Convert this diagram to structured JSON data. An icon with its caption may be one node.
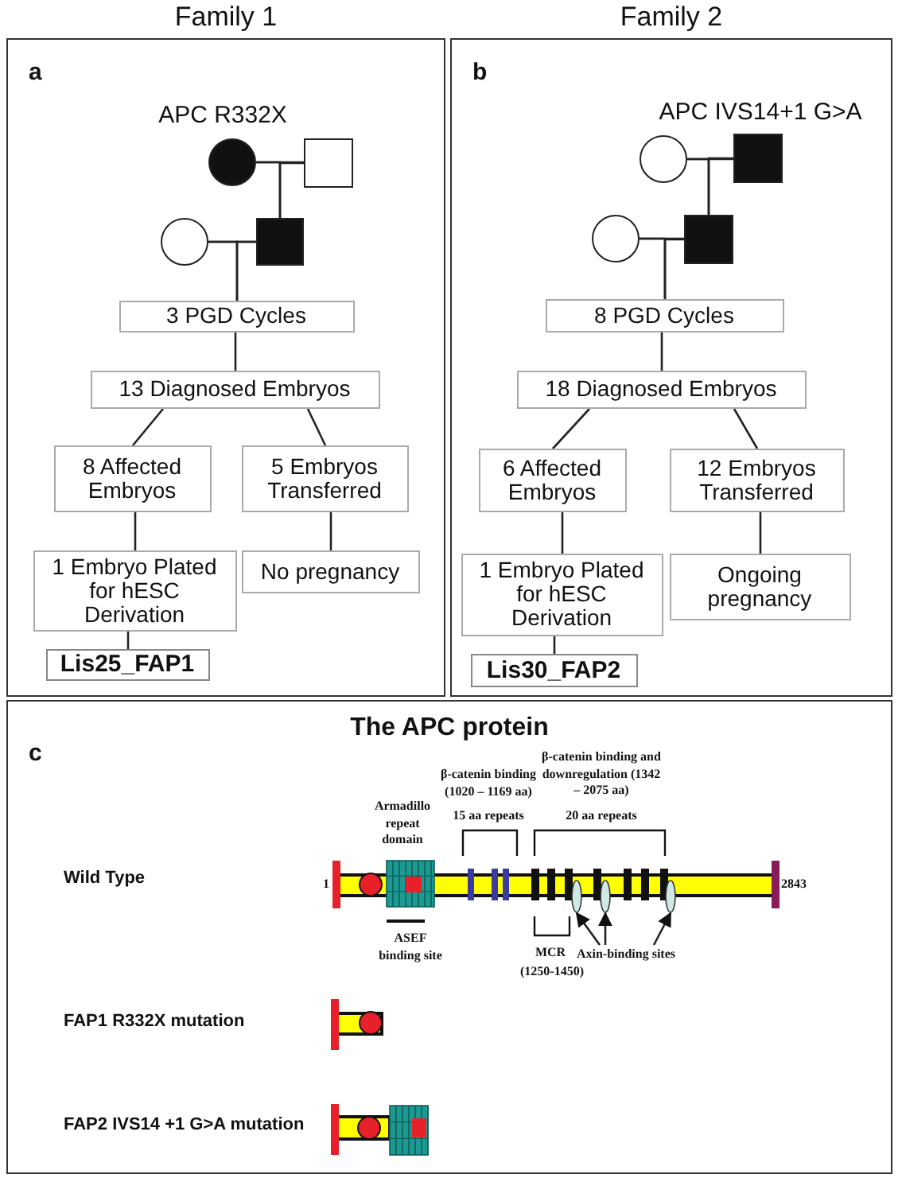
{
  "diagram": {
    "nodes": [
      {
        "text": [
          "Family 1",
          "a"
        ]
      },
      {
        "text": [
          "Family 2",
          "b"
        ]
      },
      {
        "text": [],
        "shape": "circle",
        "in": 0
      },
      {
        "text": [],
        "shape": "box",
        "in": 0
      },
      {
        "text": [],
        "shape": "circle",
        "in": 0
      },
      {
        "text": [],
        "shape": "box",
        "in": 0
      },
      {
        "text": [
          "3 PGD Cycles"
        ],
        "in": 0
      },
      {
        "text": [
          "13 Diagnosed Embryos"
        ],
        "in": 0
      },
      {
        "text": [
          "8 Affected Embryos"
        ],
        "in": 0
      },
      {
        "text": [
          "5 Embryos Transferred"
        ],
        "in": 0
      },
      {
        "text": [
          "1 Embryo Plated for hESC Derivation"
        ],
        "in": 0
      },
      {
        "text": [
          "No pregnancy"
        ],
        "in": 0
      },
      {
        "text": [
          "Lis25_FAP1"
        ],
        "in": 0
      },
      {
        "text": [],
        "shape": "circle",
        "in": 1
      },
      {
        "text": [],
        "shape": "box",
        "in": 1
      },
      {
        "text": [],
        "shape": "circle",
        "in": 1
      },
      {
        "text": [],
        "shape": "box",
        "in": 1
      },
      {
        "text": [
          "8 PGD Cycles"
        ],
        "in": 1
      },
      {
        "text": [
          "18 Diagnosed Embryos"
        ],
        "in": 1
      },
      {
        "text": [
          "6 Affected Embryos"
        ],
        "in": 1
      },
      {
        "text": [
          "12 Embryos Transferred"
        ],
        "in": 1
      },
      {
        "text": [
          "1 Embryo Plated for hESC Derivation"
        ],
        "in": 1
      },
      {
        "text": [
          "Ongoing pregnancy"
        ],
        "in": 1
      },
      {
        "text": [
          "Lis30_FAP2"
        ],
        "in": 1
      },
      {
        "text": [
          "The APC protein",
          "c"
        ]
      },
      {
        "text": [],
        "shape": "ellipse",
        "in": 24
      },
      {
        "text": [],
        "shape": "ellipse",
        "in": 24
      },
      {
        "text": [],
        "shape": "ellipse",
        "in": 24
      },
      {
        "text": [
          "Axin-binding sites"
        ],
        "in": 24
      }
    ],
    "edges": [
      {
        "from": 2,
        "to": 3,
        "arrow": "none"
      },
      {
        "from": 2,
        "to": 5,
        "arrow": "none"
      },
      {
        "from": 3,
        "to": 5,
        "arrow": "none"
      },
      {
        "from": 4,
        "to": 5,
        "arrow": "none"
      },
      {
        "from": 4,
        "to": 6,
        "arrow": "none"
      },
      {
        "from": 5,
        "to": 6,
        "arrow": "none"
      },
      {
        "from": 6,
        "to": 7,
        "arrow": "none"
      },
      {
        "from": 7,
        "to": 8,
        "arrow": "none"
      },
      {
        "from": 7,
        "to": 9,
        "arrow": "none"
      },
      {
        "from": 8,
        "to": 10,
        "arrow": "none"
      },
      {
        "from": 9,
        "to": 11,
        "arrow": "none"
      },
      {
        "from": 10,
        "to": 12,
        "arrow": "none"
      },
      {
        "from": 13,
        "to": 14,
        "arrow": "none"
      },
      {
        "from": 13,
        "to": 16,
        "arrow": "none"
      },
      {
        "from": 14,
        "to": 16,
        "arrow": "none"
      },
      {
        "from": 15,
        "to": 16,
        "arrow": "none"
      },
      {
        "from": 15,
        "to": 17,
        "arrow": "none"
      },
      {
        "from": 16,
        "to": 17,
        "arrow": "none"
      },
      {
        "from": 17,
        "to": 18,
        "arrow": "none"
      },
      {
        "from": 18,
        "to": 19,
        "arrow": "none"
      },
      {
        "from": 18,
        "to": 20,
        "arrow": "none"
      },
      {
        "from": 19,
        "to": 21,
        "arrow": "none"
      },
      {
        "from": 20,
        "to": 22,
        "arrow": "none"
      },
      {
        "from": 21,
        "to": 23,
        "arrow": "none"
      },
      {
        "from": 28,
        "to": 25,
        "arrow": "to"
      },
      {
        "from": 28,
        "to": 26,
        "arrow": "to"
      },
      {
        "from": 28,
        "to": 27,
        "arrow": "to"
      }
    ],
    "labels": [
      "APC R332X",
      "APC IVS14+1 G>A",
      "Armadillo repeat domain",
      "β-catenin binding (1020 – 1169 aa)",
      "β-catenin binding and downregulation (1342 – 2075 aa)",
      "15 aa repeats",
      "20 aa repeats",
      "Wild Type",
      "1",
      "2843",
      "ASEF binding site",
      "MCR",
      "(1250-1450)",
      "FAP1 R332X mutation",
      "FAP2 IVS14 +1 G>A mutation"
    ]
  }
}
